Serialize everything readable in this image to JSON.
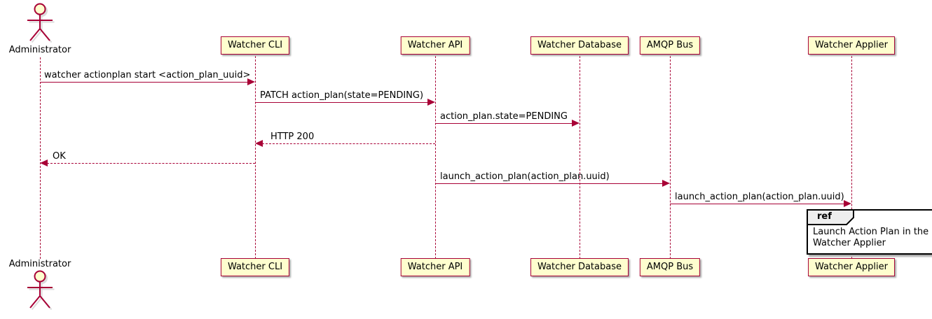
{
  "diagram": {
    "type": "sequence-diagram",
    "actor": {
      "name": "Administrator"
    },
    "participants": [
      {
        "label": "Watcher CLI"
      },
      {
        "label": "Watcher API"
      },
      {
        "label": "Watcher Database"
      },
      {
        "label": "AMQP Bus"
      },
      {
        "label": "Watcher Applier"
      }
    ],
    "messages": [
      {
        "from": "Administrator",
        "to": "Watcher CLI",
        "text": "watcher actionplan start <action_plan_uuid>",
        "style": "solid"
      },
      {
        "from": "Watcher CLI",
        "to": "Watcher API",
        "text": "PATCH action_plan(state=PENDING)",
        "style": "solid"
      },
      {
        "from": "Watcher API",
        "to": "Watcher Database",
        "text": "action_plan.state=PENDING",
        "style": "solid"
      },
      {
        "from": "Watcher API",
        "to": "Watcher CLI",
        "text": "HTTP 200",
        "style": "dashed"
      },
      {
        "from": "Watcher CLI",
        "to": "Administrator",
        "text": "OK",
        "style": "dashed"
      },
      {
        "from": "Watcher API",
        "to": "AMQP Bus",
        "text": "launch_action_plan(action_plan.uuid)",
        "style": "solid"
      },
      {
        "from": "AMQP Bus",
        "to": "Watcher Applier",
        "text": "launch_action_plan(action_plan.uuid)",
        "style": "solid"
      }
    ],
    "ref": {
      "keyword": "ref",
      "text": "Launch Action Plan in the\nWatcher Applier"
    },
    "colors": {
      "participant_fill": "#FEFECE",
      "border": "#A80036",
      "line": "#A80036",
      "text": "#000000",
      "ref_tab_fill": "#EEEEEE",
      "ref_border": "#000000",
      "background": "#FFFFFF"
    }
  }
}
